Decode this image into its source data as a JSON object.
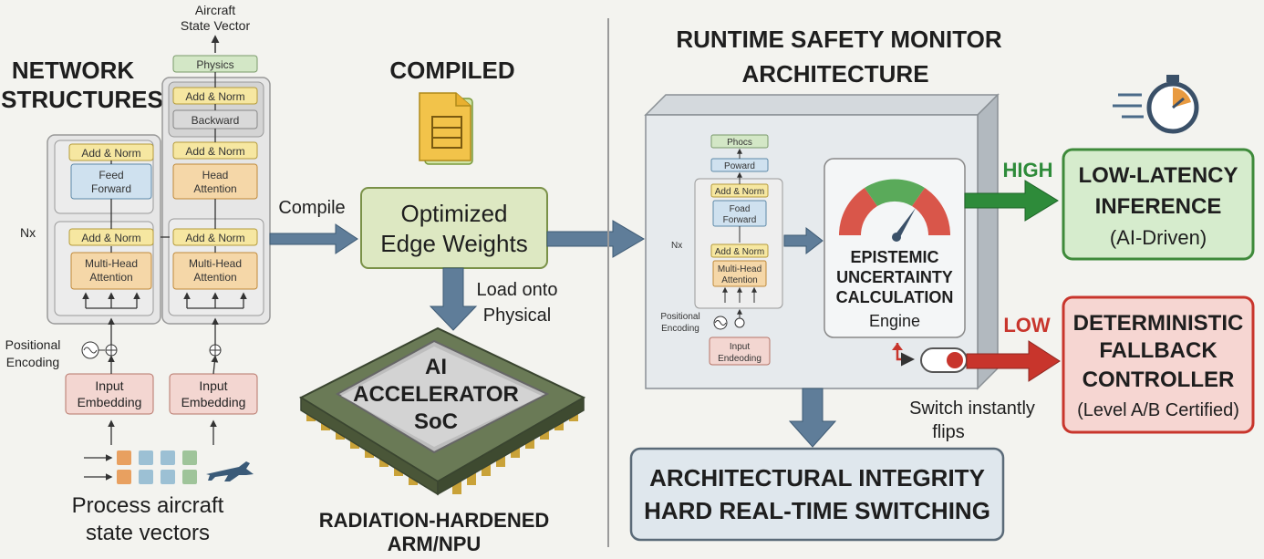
{
  "left": {
    "title_line1": "NETWORK",
    "title_line2": "STRUCTURES",
    "aircraft_label_line1": "Aircraft",
    "aircraft_label_line2": "State Vector",
    "enc": {
      "physics": "Physics",
      "add_norm": "Add & Norm",
      "backward": "Backward",
      "head_attention_1": "Head",
      "head_attention_2": "Attention",
      "mha_1": "Multi-Head",
      "mha_2": "Attention",
      "input_1": "Input",
      "input_2": "Embedding"
    },
    "dec": {
      "add_norm": "Add & Norm",
      "ff_1": "Feed",
      "ff_2": "Forward",
      "mha_1": "Multi-Head",
      "mha_2": "Attention",
      "input_1": "Input",
      "input_2": "Embedding"
    },
    "nx": "Nx",
    "pos_enc_1": "Positional",
    "pos_enc_2": "Encoding",
    "process_1": "Process aircraft",
    "process_2": "state vectors"
  },
  "middle": {
    "compiled": "COMPILED",
    "compile_label": "Compile",
    "weights_1": "Optimized",
    "weights_2": "Edge Weights",
    "load_1": "Load onto",
    "load_2": "Physical",
    "chip_1": "AI",
    "chip_2": "ACCELERATOR",
    "chip_3": "SoC",
    "bottom_1": "RADIATION-HARDENED",
    "bottom_2": "ARM/NPU"
  },
  "right": {
    "title_line1": "RUNTIME SAFETY MONITOR",
    "title_line2": "ARCHITECTURE",
    "mini": {
      "phocs": "Phocs",
      "poward": "Poward",
      "add_norm": "Add & Norm",
      "ff_1": "Foad",
      "ff_2": "Forward",
      "mha_1": "Multi-Head",
      "mha_2": "Attention",
      "nx": "Nx",
      "pos_1": "Positional",
      "pos_2": "Encoding",
      "input_1": "Input",
      "input_2": "Endeoding"
    },
    "engine_1": "EPISTEMIC",
    "engine_2": "UNCERTAINTY",
    "engine_3": "CALCULATION",
    "engine_4": "Engine",
    "high": "HIGH",
    "low": "LOW",
    "low_lat_1": "LOW-LATENCY",
    "low_lat_2": "INFERENCE",
    "low_lat_3": "(AI-Driven)",
    "fallback_1": "DETERMINISTIC",
    "fallback_2": "FALLBACK",
    "fallback_3": "CONTROLLER",
    "fallback_4": "(Level A/B Certified)",
    "switch_1": "Switch instantly",
    "switch_2": "flips",
    "integrity_1": "ARCHITECTURAL INTEGRITY",
    "integrity_2": "HARD REAL-TIME SWITCHING"
  },
  "colors": {
    "add_norm": "#f6e7a1",
    "feed_forward": "#cfe1ef",
    "attention": "#f5d7a8",
    "embedding": "#f3d6d1",
    "physics": "#d3e7c6",
    "weights": "#dde8c2",
    "high_green": "#2e8b3a",
    "low_red": "#c8352c",
    "arrow_blue": "#5f7d99"
  }
}
